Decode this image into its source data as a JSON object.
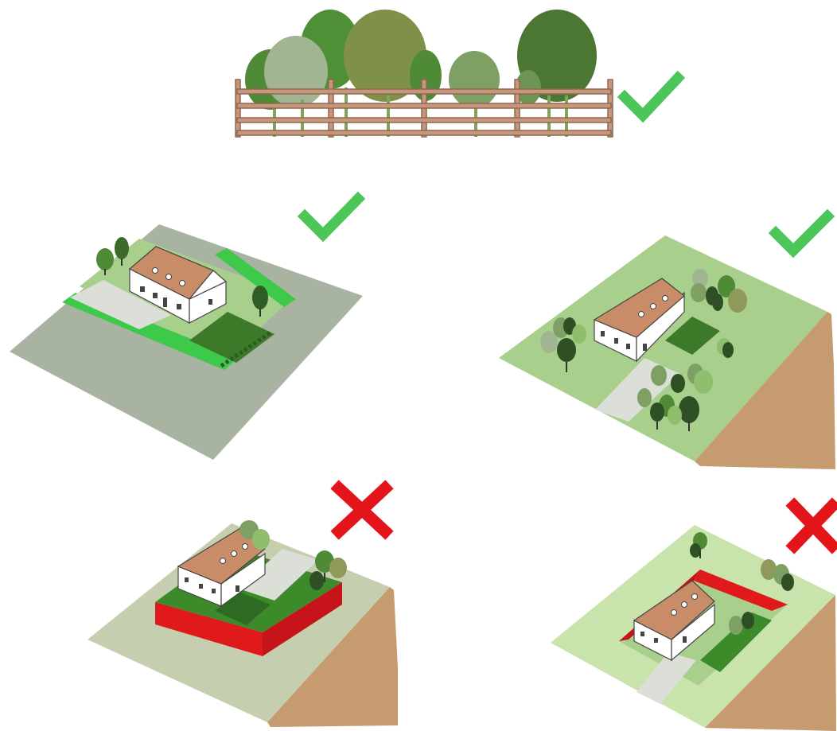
{
  "palette": {
    "ok_green": "#4cc659",
    "bad_red": "#e3151b",
    "fence_wood": "#c9967b",
    "roof": "#c98c68",
    "wall": "#ffffff",
    "grass_light": "#a9cf8d",
    "grass_mid": "#8fbe6c",
    "lawn_bright": "#3fc94b",
    "plot_dark": "#3c7a2a",
    "soil": "#c79b70",
    "road_grey": "#a9b3a1",
    "retaining_red": "#e01a1a"
  },
  "panels": [
    {
      "id": "fence-hedge",
      "verdict": "ok",
      "icon": "checkmark-icon"
    },
    {
      "id": "flat-plot-with-hedges",
      "verdict": "ok",
      "icon": "checkmark-icon"
    },
    {
      "id": "sloped-plot-natural-terrain",
      "verdict": "ok",
      "icon": "checkmark-icon"
    },
    {
      "id": "raised-platform-on-slope",
      "verdict": "bad",
      "icon": "cross-icon"
    },
    {
      "id": "dug-in-platform-on-slope",
      "verdict": "bad",
      "icon": "cross-icon"
    }
  ]
}
